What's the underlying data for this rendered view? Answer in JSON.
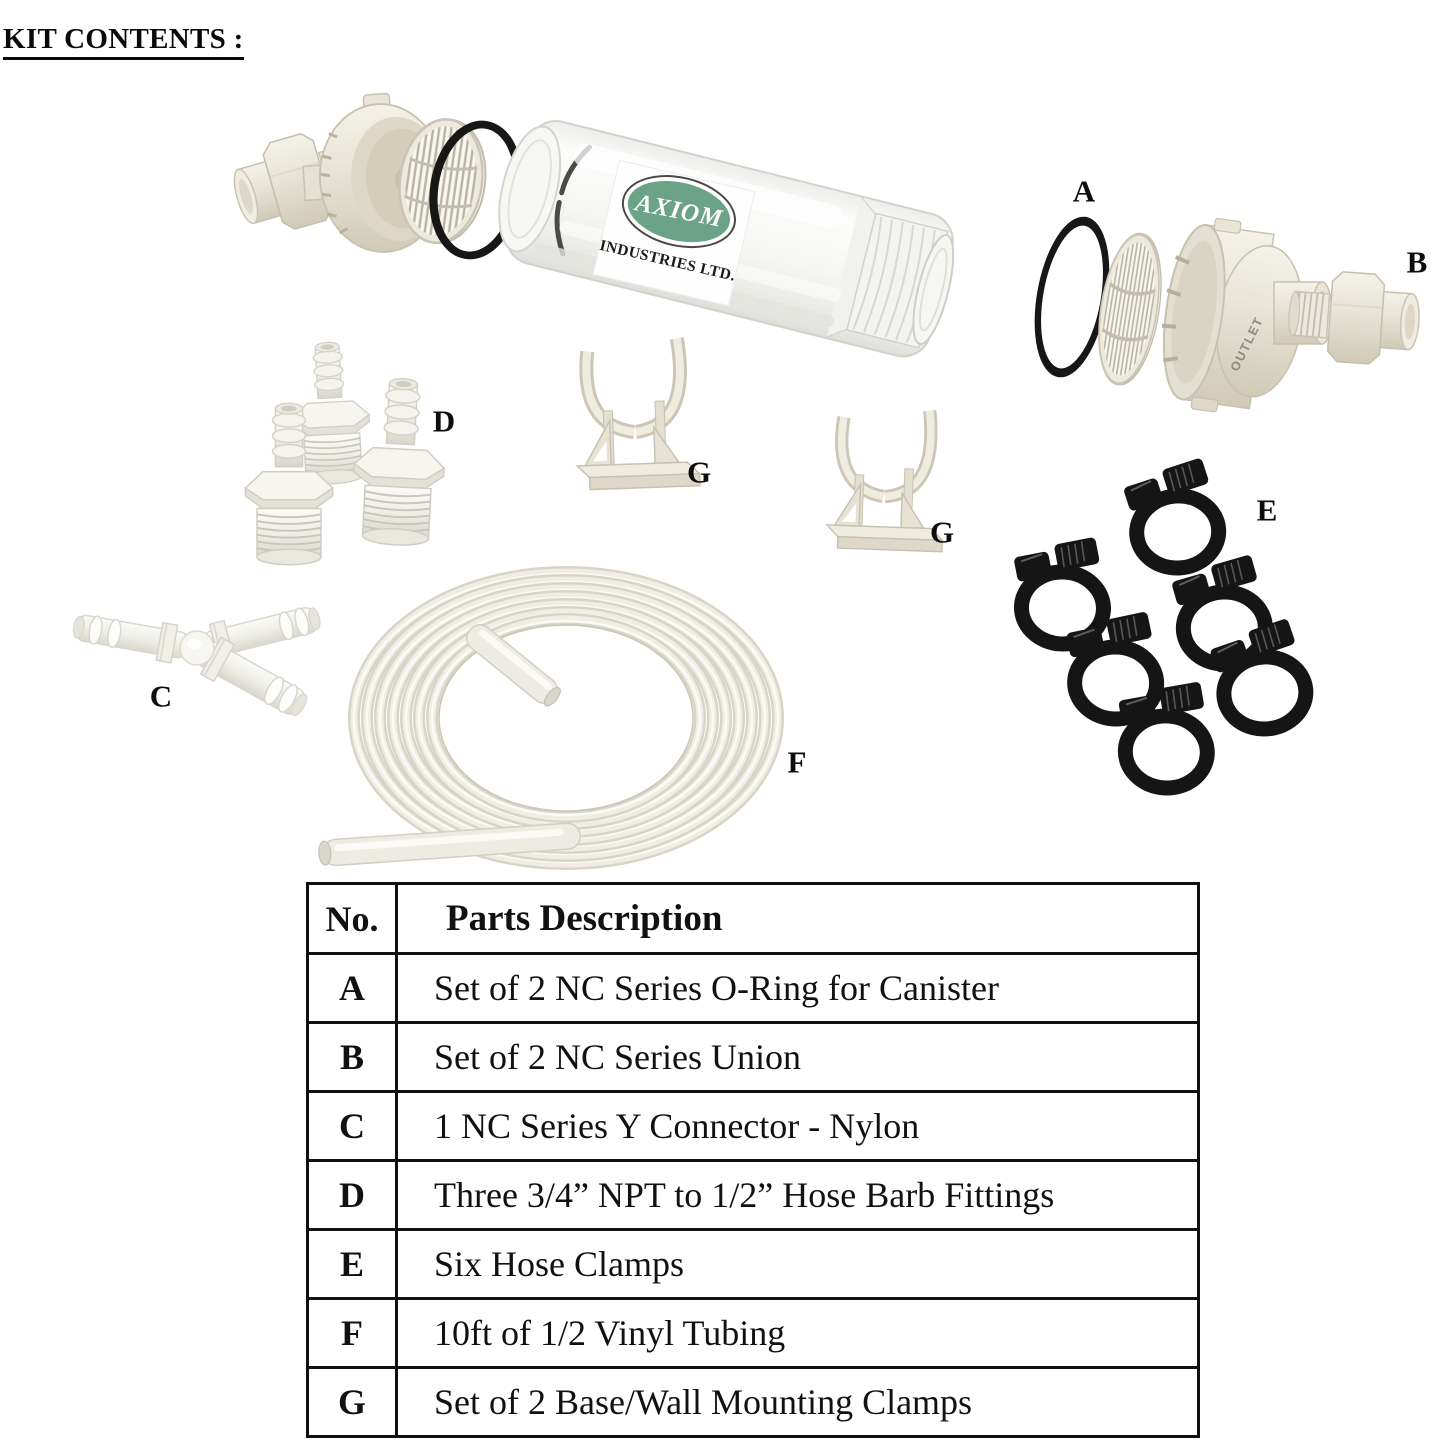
{
  "title": "KIT CONTENTS :",
  "diagram": {
    "labels": {
      "a": "A",
      "b": "B",
      "c": "C",
      "d": "D",
      "e": "E",
      "f": "F",
      "g": "G"
    },
    "canister_label": {
      "brand": "AXIOM",
      "subtitle": "INDUSTRIES LTD."
    },
    "outlet_marking": "OUTLET"
  },
  "table": {
    "headers": {
      "no": "No.",
      "description": "Parts Description"
    },
    "rows": [
      {
        "no": "A",
        "description": "Set of 2 NC Series O-Ring for Canister"
      },
      {
        "no": "B",
        "description": "Set of 2 NC Series Union"
      },
      {
        "no": "C",
        "description": "1 NC Series Y Connector - Nylon"
      },
      {
        "no": "D",
        "description": "Three 3/4” NPT to 1/2” Hose Barb Fittings"
      },
      {
        "no": "E",
        "description": "Six Hose Clamps"
      },
      {
        "no": "F",
        "description": "10ft of 1/2 Vinyl Tubing"
      },
      {
        "no": "G",
        "description": "Set of 2 Base/Wall Mounting Clamps"
      }
    ]
  }
}
